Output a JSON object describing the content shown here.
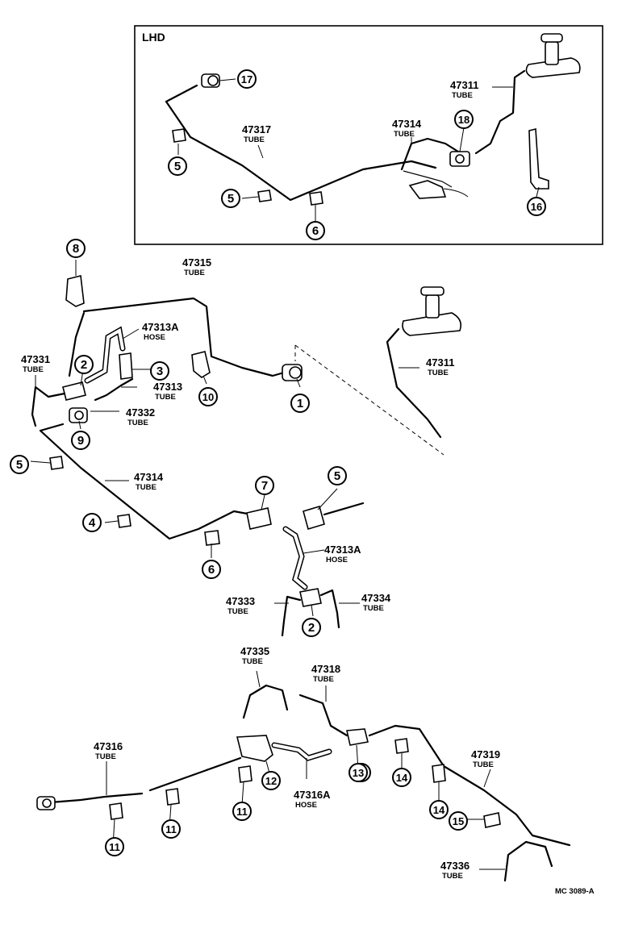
{
  "inset": {
    "label": "LHD"
  },
  "footer": {
    "code": "MC 3089-A"
  },
  "part_labels": [
    {
      "id": "l-47311-top",
      "number": "47311",
      "sub": "TUBE"
    },
    {
      "id": "l-47317",
      "number": "47317",
      "sub": "TUBE"
    },
    {
      "id": "l-47314-top",
      "number": "47314",
      "sub": "TUBE"
    },
    {
      "id": "l-47315",
      "number": "47315",
      "sub": "TUBE"
    },
    {
      "id": "l-47313A-a",
      "number": "47313A",
      "sub": "HOSE"
    },
    {
      "id": "l-47331",
      "number": "47331",
      "sub": "TUBE"
    },
    {
      "id": "l-47313",
      "number": "47313",
      "sub": "TUBE"
    },
    {
      "id": "l-47332",
      "number": "47332",
      "sub": "TUBE"
    },
    {
      "id": "l-47311-mid",
      "number": "47311",
      "sub": "TUBE"
    },
    {
      "id": "l-47314-mid",
      "number": "47314",
      "sub": "TUBE"
    },
    {
      "id": "l-47313A-b",
      "number": "47313A",
      "sub": "HOSE"
    },
    {
      "id": "l-47333",
      "number": "47333",
      "sub": "TUBE"
    },
    {
      "id": "l-47334",
      "number": "47334",
      "sub": "TUBE"
    },
    {
      "id": "l-47335",
      "number": "47335",
      "sub": "TUBE"
    },
    {
      "id": "l-47318",
      "number": "47318",
      "sub": "TUBE"
    },
    {
      "id": "l-47316",
      "number": "47316",
      "sub": "TUBE"
    },
    {
      "id": "l-47319",
      "number": "47319",
      "sub": "TUBE"
    },
    {
      "id": "l-47316A",
      "number": "47316A",
      "sub": "HOSE"
    },
    {
      "id": "l-47336",
      "number": "47336",
      "sub": "TUBE"
    }
  ],
  "callouts": [
    "17",
    "5",
    "5",
    "6",
    "18",
    "16",
    "8",
    "2",
    "3",
    "10",
    "1",
    "9",
    "5",
    "4",
    "7",
    "5",
    "6",
    "2",
    "13",
    "11",
    "11",
    "12",
    "11",
    "13",
    "14",
    "14",
    "15"
  ]
}
